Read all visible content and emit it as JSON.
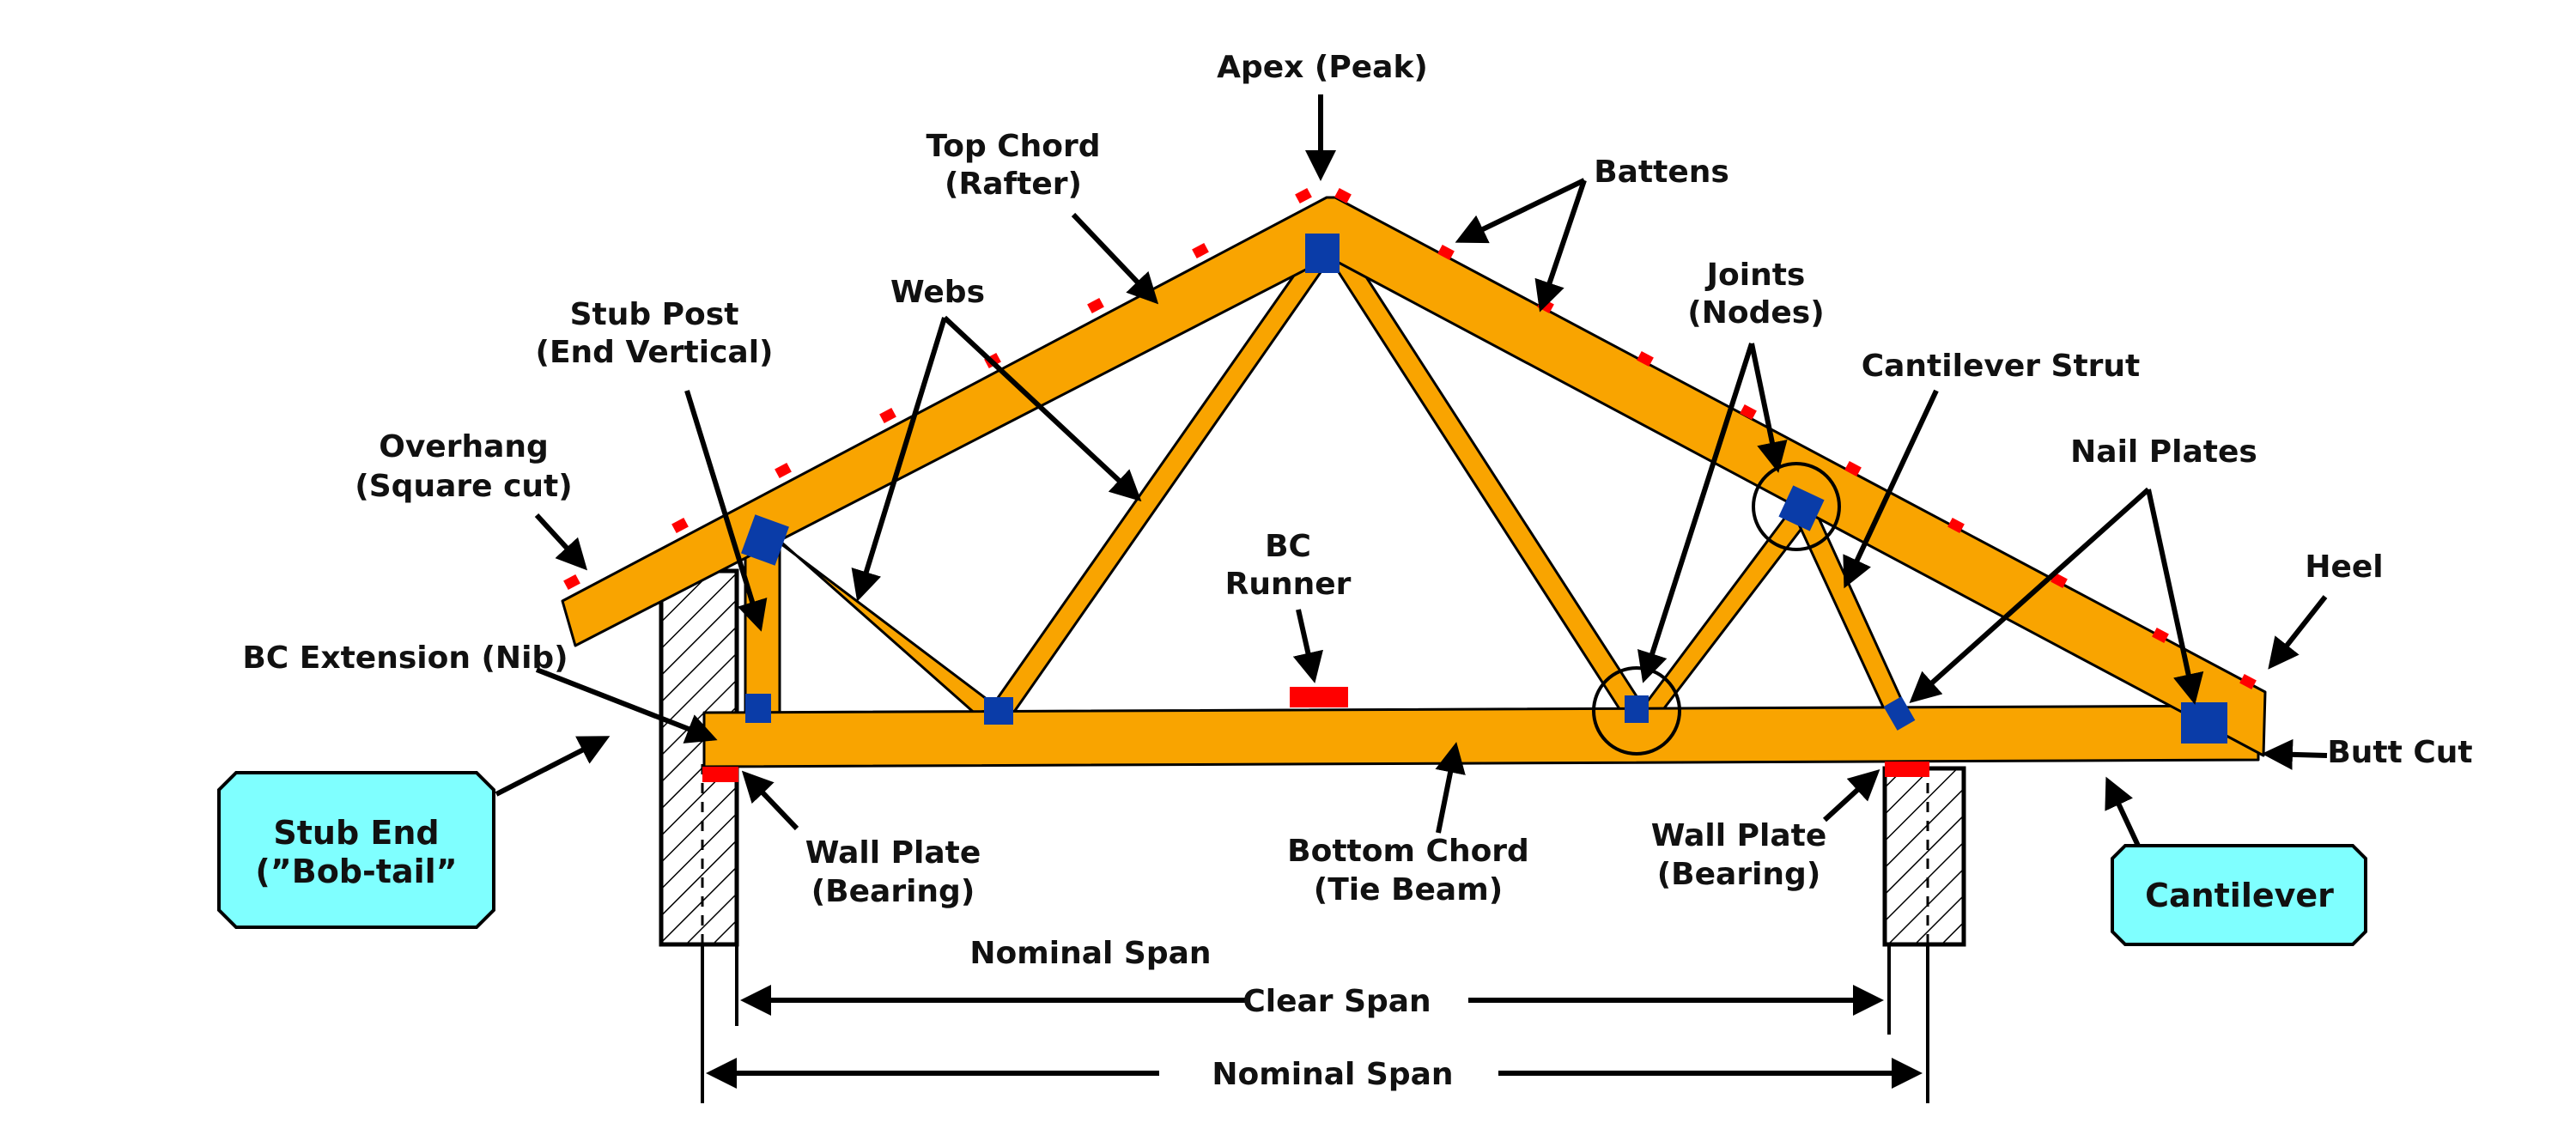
{
  "labels": {
    "apex": "Apex (Peak)",
    "top_chord_1": "Top Chord",
    "top_chord_2": "(Rafter)",
    "battens": "Battens",
    "webs": "Webs",
    "stub_post_1": "Stub Post",
    "stub_post_2": "(End Vertical)",
    "joints_1": "Joints",
    "joints_2": "(Nodes)",
    "cantilever_strut": "Cantilever Strut",
    "nail_plates": "Nail Plates",
    "overhang_1": "Overhang",
    "overhang_2": "(Square cut)",
    "heel": "Heel",
    "bc_runner_1": "BC",
    "bc_runner_2": "Runner",
    "bc_extension": "BC Extension (Nib)",
    "butt_cut": "Butt Cut",
    "stub_end_1": "Stub End",
    "stub_end_2": "(”Bob-tail”",
    "wall_plate_left_1": "Wall Plate",
    "wall_plate_left_2": "(Bearing)",
    "bottom_chord_1": "Bottom Chord",
    "bottom_chord_2": "(Tie Beam)",
    "wall_plate_right_1": "Wall Plate",
    "wall_plate_right_2": "(Bearing)",
    "cantilever": "Cantilever",
    "nominal_span_upper": "Nominal Span",
    "clear_span": "Clear Span",
    "nominal_span_lower": "Nominal Span"
  },
  "colors": {
    "timber": "#f9a400",
    "nail_plate": "#0a3ca8",
    "batten": "#ff0000",
    "callout_box": "#7fffff"
  }
}
